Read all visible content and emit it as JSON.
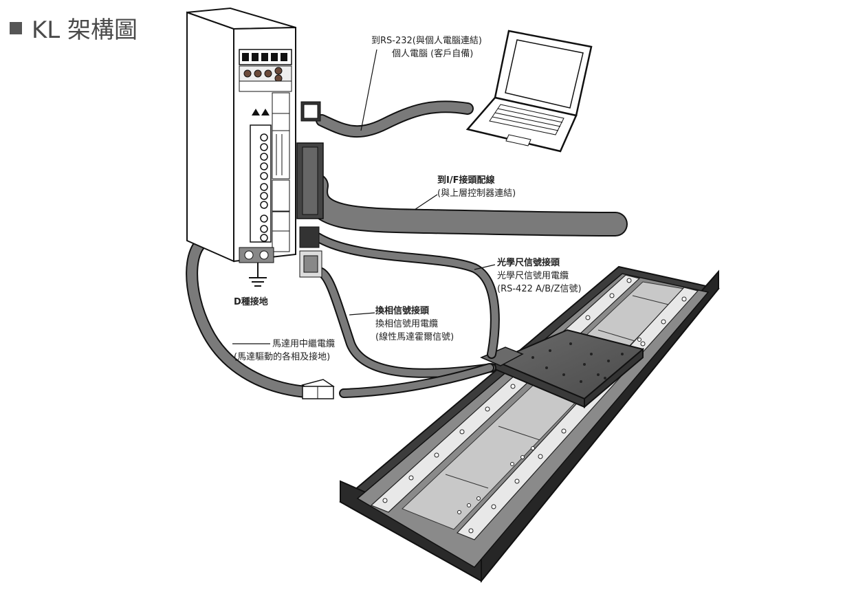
{
  "title": "KL 架構圖",
  "labels": {
    "rs232_line1": "到RS-232(與個人電腦連結)",
    "rs232_line2": "個人電腦 (客戶自備)",
    "if_line1": "到I/F接頭配線",
    "if_line2": "(與上層控制器連結)",
    "scale_line1": "光學尺信號接頭",
    "scale_line2": "光學尺信號用電纜",
    "scale_line3": "(RS-422 A/B/Z信號)",
    "commut_line1": "換相信號接頭",
    "commut_line2": "換相信號用電纜",
    "commut_line3": "(線性馬達霍爾信號)",
    "motor_line1": "馬達用中繼電纜",
    "motor_line2": "(馬達驅動的各相及接地)",
    "ground": "D種接地"
  },
  "colors": {
    "cable": "#7a7a7a",
    "outline": "#111111",
    "stage": "#5a5a5a",
    "rail": "#d9d9d9"
  }
}
